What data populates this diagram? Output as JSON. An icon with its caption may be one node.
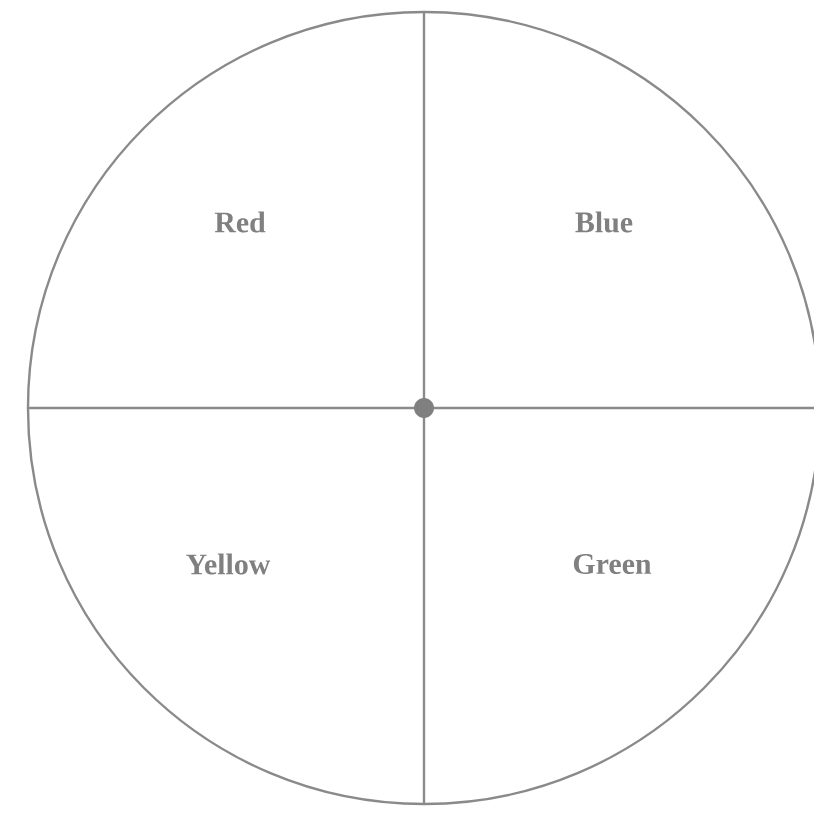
{
  "diagram": {
    "nodes": [
      {
        "text": [
          "Red",
          "Blue",
          "Yellow",
          "Green"
        ]
      }
    ]
  }
}
